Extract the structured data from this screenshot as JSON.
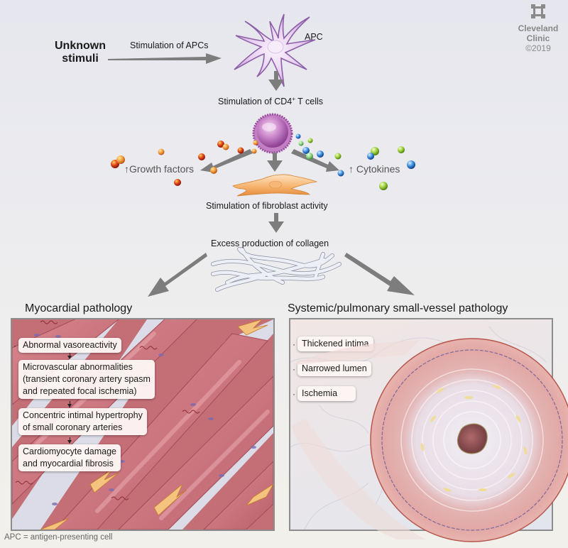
{
  "header": {
    "start_label": "Unknown stimuli",
    "arrow_stimulation_apcs": "Stimulation of APCs",
    "apc_label": "APC",
    "cd4_prefix": "Stimulation of CD4",
    "cd4_sup": "+",
    "cd4_suffix": " T cells",
    "growth_factors": "↑Growth factors",
    "cytokines": "↑ Cytokines",
    "fibroblast": "Stimulation of fibroblast activity",
    "collagen": "Excess production of collagen"
  },
  "logo": {
    "icon": "cleveland-clinic-cross-icon",
    "line1": "Cleveland",
    "line2": "Clinic",
    "copyright": "©2019",
    "color": "#8a8a8a"
  },
  "myocardial": {
    "title": "Myocardial pathology",
    "steps": [
      "Abnormal vasoreactivity",
      "Microvascular abnormalities (transient coronary artery spasm and repeated focal ischemia)",
      "Concentric intimal hypertrophy of small coronary arteries",
      "Cardiomyocyte damage and myocardial fibrosis"
    ],
    "step_lines": [
      [
        "Abnormal vasoreactivity"
      ],
      [
        "Microvascular abnormalities",
        "(transient coronary artery spasm",
        "and repeated focal ischemia)"
      ],
      [
        "Concentric intimal hypertrophy",
        "of small coronary arteries"
      ],
      [
        "Cardiomyocyte damage",
        "and myocardial fibrosis"
      ]
    ]
  },
  "vessel": {
    "title": "Systemic/pulmonary small-vessel pathology",
    "labels": [
      "Thickened intima",
      "Narrowed lumen",
      "Ischemia"
    ]
  },
  "footnote": "APC = antigen-presenting cell",
  "colors": {
    "arrow": "#7d7d7d",
    "apc_cell": "#c59ad6",
    "t_cell": "#b56bb8",
    "fibroblast": "#f2a65a",
    "myocardium": "#c86f77",
    "vessel_wall": "#e4a9a6",
    "lumen": "#8a4b4f"
  }
}
